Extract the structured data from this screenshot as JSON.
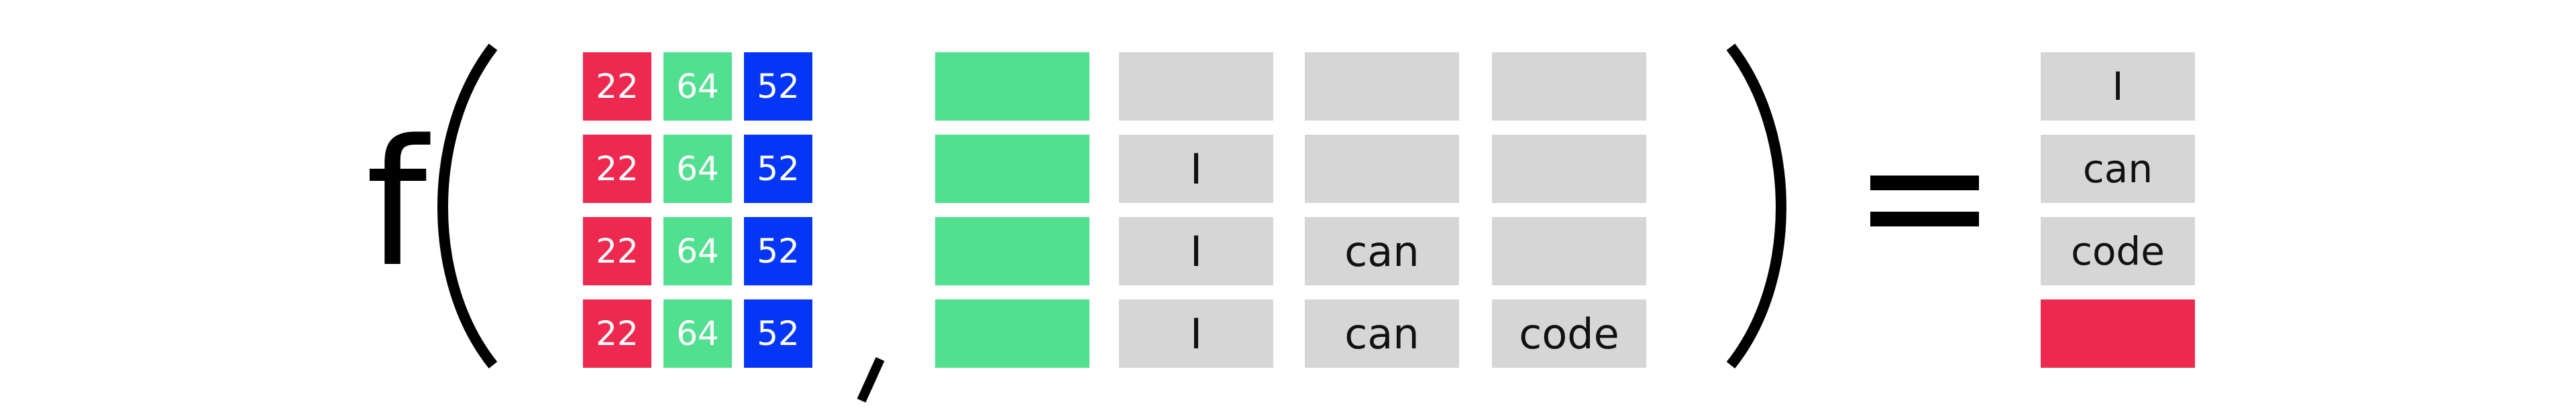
{
  "function_symbol": "f",
  "colors": {
    "token_red": "#ed2950",
    "token_green": "#50e090",
    "token_blue": "#0536f5",
    "gray": "#d6d6d6",
    "ink": "#000000"
  },
  "input_matrix": {
    "rows": [
      [
        "22",
        "64",
        "52"
      ],
      [
        "22",
        "64",
        "52"
      ],
      [
        "22",
        "64",
        "52"
      ],
      [
        "22",
        "64",
        "52"
      ]
    ]
  },
  "context_sequences": {
    "rows": [
      [
        "",
        "",
        ""
      ],
      [
        "I",
        "",
        ""
      ],
      [
        "I",
        "can",
        ""
      ],
      [
        "I",
        "can",
        "code"
      ]
    ]
  },
  "outputs": [
    "I",
    "can",
    "code",
    ""
  ]
}
